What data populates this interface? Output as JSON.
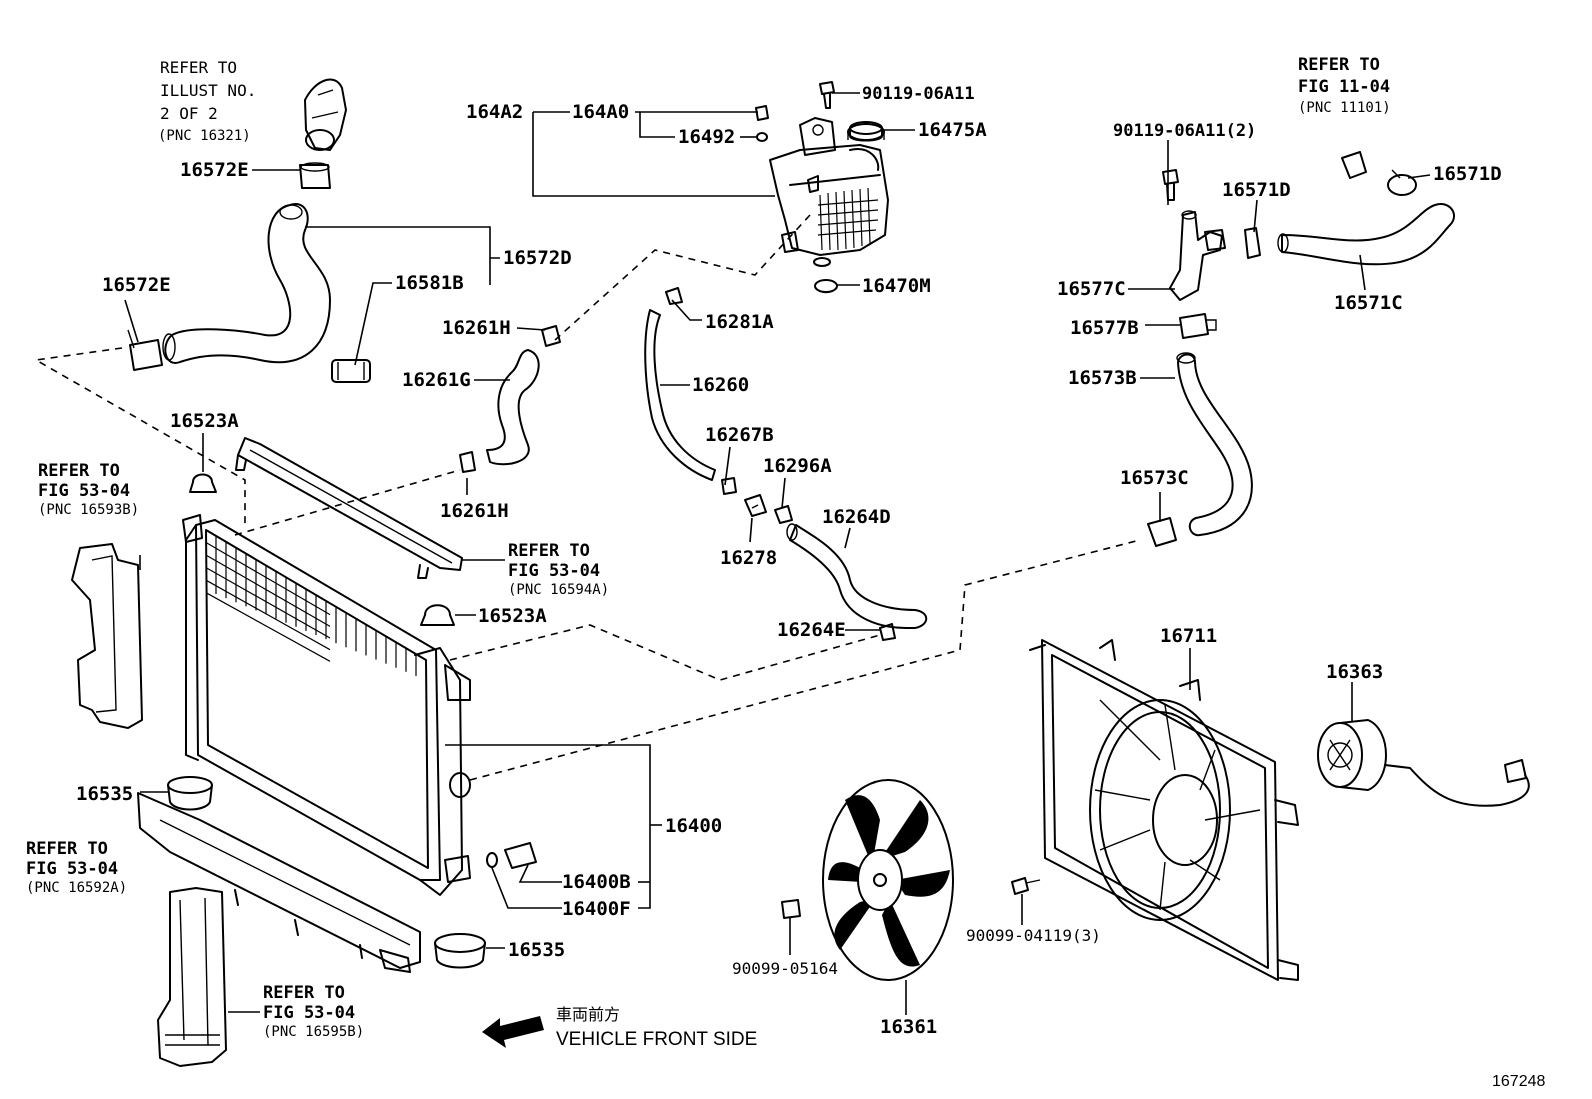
{
  "parts": {
    "p164A2": "164A2",
    "p164A0": "164A0",
    "p16492": "16492",
    "p90119_06A11": "90119-06A11",
    "p16475A": "16475A",
    "p16470M": "16470M",
    "p16572E_top": "16572E",
    "p16572D": "16572D",
    "p16581B": "16581B",
    "p16572E_left": "16572E",
    "p16261H_top": "16261H",
    "p16261G": "16261G",
    "p16261H_bottom": "16261H",
    "p16281A": "16281A",
    "p16260": "16260",
    "p16267B": "16267B",
    "p16296A": "16296A",
    "p16264D": "16264D",
    "p16278": "16278",
    "p16264E": "16264E",
    "p16523A_top": "16523A",
    "p16523A_mid": "16523A",
    "p90119_06A11_2": "90119-06A11(2)",
    "p16571D_left": "16571D",
    "p16571D_right": "16571D",
    "p16577C": "16577C",
    "p16571C": "16571C",
    "p16577B": "16577B",
    "p16573B": "16573B",
    "p16573C": "16573C",
    "p16711": "16711",
    "p16363": "16363",
    "p16400": "16400",
    "p16400B": "16400B",
    "p16400F": "16400F",
    "p16535_left": "16535",
    "p16535_bottom": "16535",
    "p90099_05164": "90099-05164",
    "p90099_04119_3": "90099-04119(3)",
    "p16361": "16361"
  },
  "refs": {
    "illust": {
      "l1": "REFER TO",
      "l2": "ILLUST NO.",
      "l3": "2 OF 2",
      "l4": "(PNC 16321)"
    },
    "fig11": {
      "l1": "REFER TO",
      "l2": "FIG 11-04",
      "l3": "(PNC 11101)"
    },
    "fig53_16593B": {
      "l1": "REFER TO",
      "l2": "FIG 53-04",
      "l3": "(PNC 16593B)"
    },
    "fig53_16594A": {
      "l1": "REFER TO",
      "l2": "FIG 53-04",
      "l3": "(PNC 16594A)"
    },
    "fig53_16592A": {
      "l1": "REFER TO",
      "l2": "FIG 53-04",
      "l3": "(PNC 16592A)"
    },
    "fig53_16595B": {
      "l1": "REFER TO",
      "l2": "FIG 53-04",
      "l3": "(PNC 16595B)"
    }
  },
  "direction": {
    "jp": "車両前方",
    "en": "VEHICLE FRONT SIDE"
  },
  "figure_id": "167248"
}
